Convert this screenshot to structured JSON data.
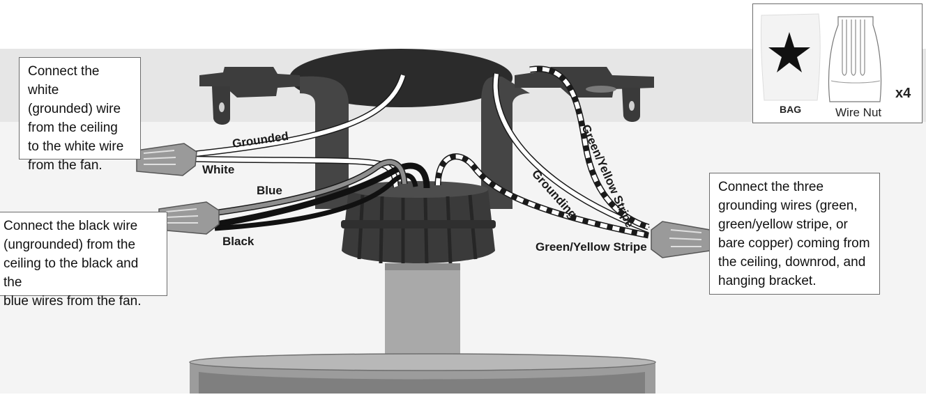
{
  "callouts": {
    "white_wire": "Connect the white\n(grounded) wire\nfrom the ceiling\nto the white wire\nfrom the fan.",
    "black_wire": "Connect the black wire\n(ungrounded) from the\nceiling to the black and the\nblue wires from the fan.",
    "grounding": "Connect the three\ngrounding wires (green,\ngreen/yellow stripe, or\nbare copper) coming from\nthe ceiling, downrod, and\nhanging bracket."
  },
  "wire_labels": {
    "grounded": "Grounded",
    "white": "White",
    "blue": "Blue",
    "black": "Black",
    "grounding": "Grounding",
    "green_yellow_vertical": "Green/Yellow Stripe",
    "green_yellow_bottom": "Green/Yellow Stripe"
  },
  "parts": {
    "bag_label": "BAG",
    "wire_nut_label": "Wire Nut",
    "quantity": "x4",
    "bag_icon": "star-icon"
  },
  "colors": {
    "ceiling_band": "#e6e6e6",
    "wall": "#f4f4f4",
    "bracket": "#3d3d3d",
    "canopy": "#2b2b2b",
    "downrod": "#a9a9a9",
    "wire_nut": "#9a9a9a",
    "white_wire": "#ffffff",
    "black_wire": "#111111",
    "blue_wire": "#8e8e8e",
    "ground_stripe": "#cfcfcf"
  }
}
